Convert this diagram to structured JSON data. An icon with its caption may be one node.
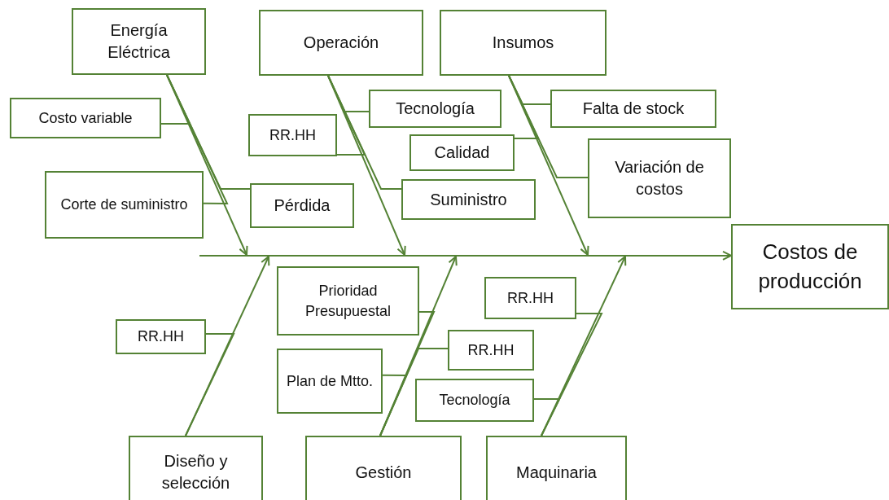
{
  "diagram": {
    "nodes": [
      {
        "text": [
          "Energía Eléctrica"
        ]
      },
      {
        "text": [
          "Operación"
        ]
      },
      {
        "text": [
          "Insumos"
        ]
      },
      {
        "text": [
          "Costo variable"
        ]
      },
      {
        "text": [
          "Tecnología"
        ]
      },
      {
        "text": [
          "Falta de stock"
        ]
      },
      {
        "text": [
          "RR.HH"
        ]
      },
      {
        "text": [
          "Calidad"
        ]
      },
      {
        "text": [
          "Variación de costos"
        ]
      },
      {
        "text": [
          "Corte de suministro"
        ]
      },
      {
        "text": [
          "Pérdida"
        ]
      },
      {
        "text": [
          "Suministro"
        ]
      },
      {
        "text": [
          "Costos de producción"
        ]
      },
      {
        "text": [
          "Prioridad Presupuestal"
        ]
      },
      {
        "text": [
          "RR.HH"
        ]
      },
      {
        "text": [
          "RR.HH"
        ]
      },
      {
        "text": [
          "RR.HH"
        ]
      },
      {
        "text": [
          "Plan de Mtto."
        ]
      },
      {
        "text": [
          "Tecnología"
        ]
      },
      {
        "text": [
          "Diseño y selección"
        ]
      },
      {
        "text": [
          "Gestión"
        ]
      },
      {
        "text": [
          "Maquinaria"
        ]
      },
      {
        "text": [],
        "shape": "bar"
      }
    ],
    "edges": [
      {
        "from": 22,
        "to": 12,
        "arrow": "to"
      },
      {
        "from": 0,
        "to": 22,
        "arrow": "to"
      },
      {
        "from": 1,
        "to": 22,
        "arrow": "to"
      },
      {
        "from": 2,
        "to": 22,
        "arrow": "to"
      },
      {
        "from": 19,
        "to": 22,
        "arrow": "to"
      },
      {
        "from": 20,
        "to": 22,
        "arrow": "to"
      },
      {
        "from": 21,
        "to": 22,
        "arrow": "to"
      },
      {
        "from": 3,
        "to": 0,
        "arrow": "none"
      },
      {
        "from": 9,
        "to": 0,
        "arrow": "none"
      },
      {
        "from": 10,
        "to": 0,
        "arrow": "none"
      },
      {
        "from": 4,
        "to": 1,
        "arrow": "none"
      },
      {
        "from": 6,
        "to": 1,
        "arrow": "none"
      },
      {
        "from": 11,
        "to": 1,
        "arrow": "none"
      },
      {
        "from": 5,
        "to": 2,
        "arrow": "none"
      },
      {
        "from": 7,
        "to": 2,
        "arrow": "none"
      },
      {
        "from": 8,
        "to": 2,
        "arrow": "none"
      },
      {
        "from": 15,
        "to": 19,
        "arrow": "none"
      },
      {
        "from": 13,
        "to": 20,
        "arrow": "none"
      },
      {
        "from": 16,
        "to": 20,
        "arrow": "none"
      },
      {
        "from": 17,
        "to": 20,
        "arrow": "none"
      },
      {
        "from": 14,
        "to": 21,
        "arrow": "none"
      },
      {
        "from": 18,
        "to": 21,
        "arrow": "none"
      }
    ]
  }
}
